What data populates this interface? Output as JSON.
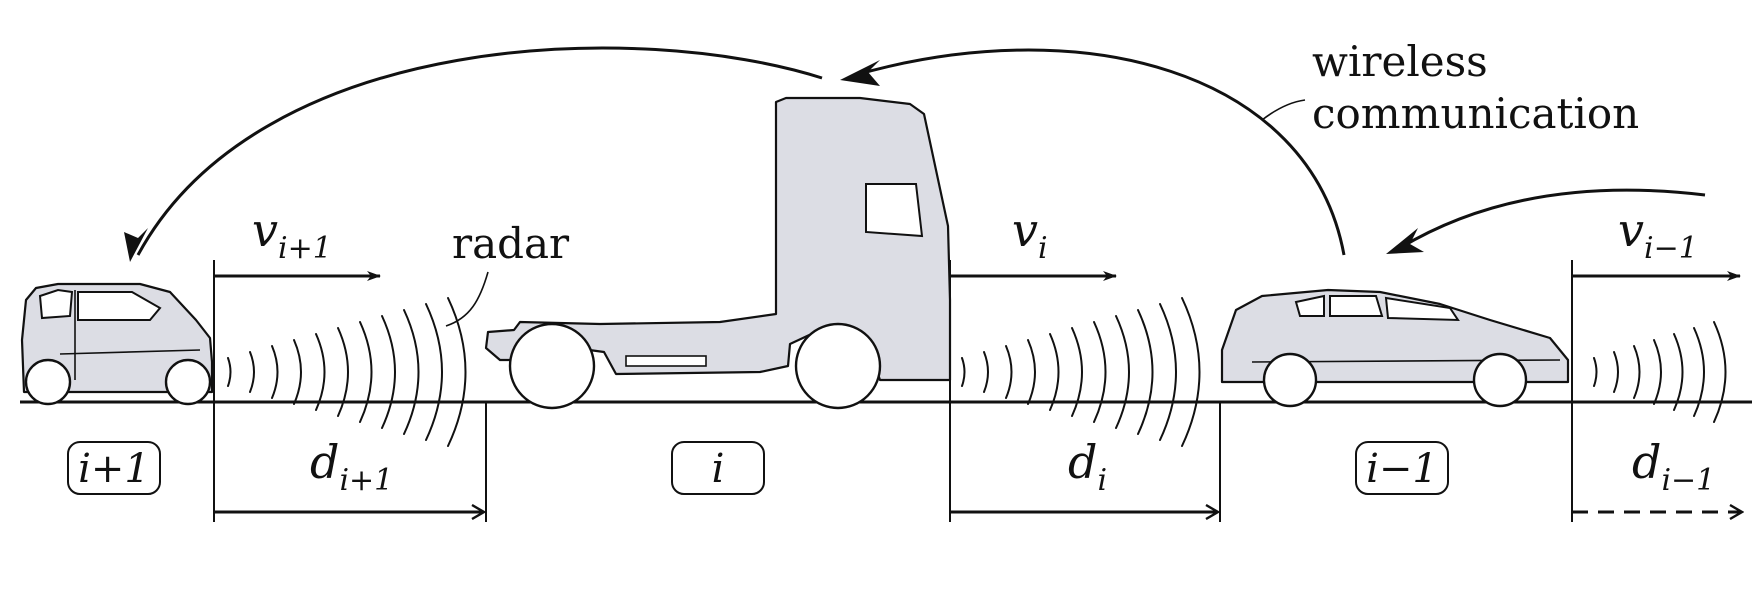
{
  "labels": {
    "wireless_line1": "wireless",
    "wireless_line2": "communication",
    "radar": "radar",
    "v_next": {
      "base": "v",
      "sub": "i+1"
    },
    "v_cur": {
      "base": "v",
      "sub": "i"
    },
    "v_prev": {
      "base": "v",
      "sub": "i−1"
    },
    "d_next": {
      "base": "d",
      "sub": "i+1"
    },
    "d_cur": {
      "base": "d",
      "sub": "i"
    },
    "d_prev": {
      "base": "d",
      "sub": "i−1"
    },
    "badge_next": "i+1",
    "badge_cur": "i",
    "badge_prev": "i−1"
  },
  "vehicles": [
    {
      "kind": "small car",
      "index": "i+1"
    },
    {
      "kind": "truck tractor",
      "index": "i"
    },
    {
      "kind": "hatchback car",
      "index": "i−1"
    }
  ]
}
